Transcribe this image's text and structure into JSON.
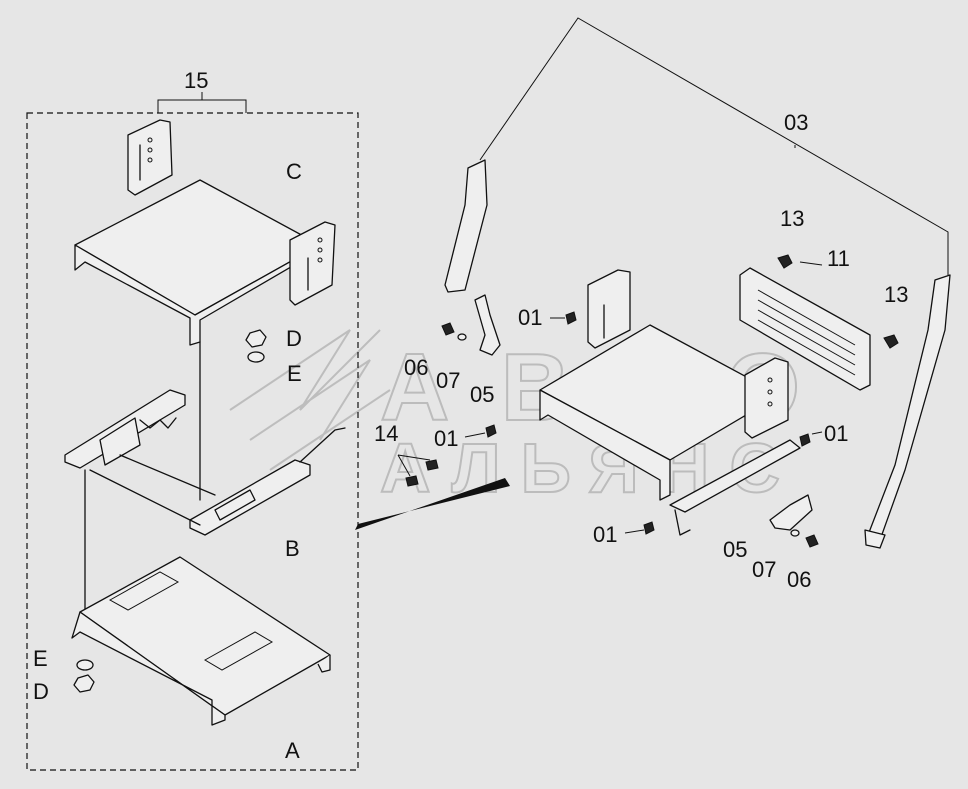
{
  "colors": {
    "background": "#e6e6e6",
    "line": "#111111",
    "watermark": "#9a9a9a"
  },
  "watermark": {
    "line1": "АВТО",
    "line2": "АЛЬЯНС"
  },
  "labels": {
    "assembly_15": "15",
    "part_C": "C",
    "part_D_top": "D",
    "part_E_top": "E",
    "part_B": "B",
    "part_E_bottom": "E",
    "part_D_bottom": "D",
    "part_A": "A",
    "part_03": "03",
    "part_13_left": "13",
    "part_11": "11",
    "part_13_right": "13",
    "part_01_top": "01",
    "part_06_left": "06",
    "part_07_left": "07",
    "part_05_left": "05",
    "part_14": "14",
    "part_01_mid": "01",
    "part_01_right": "01",
    "part_01_bottom": "01",
    "part_05_right": "05",
    "part_07_right": "07",
    "part_06_right": "06"
  }
}
